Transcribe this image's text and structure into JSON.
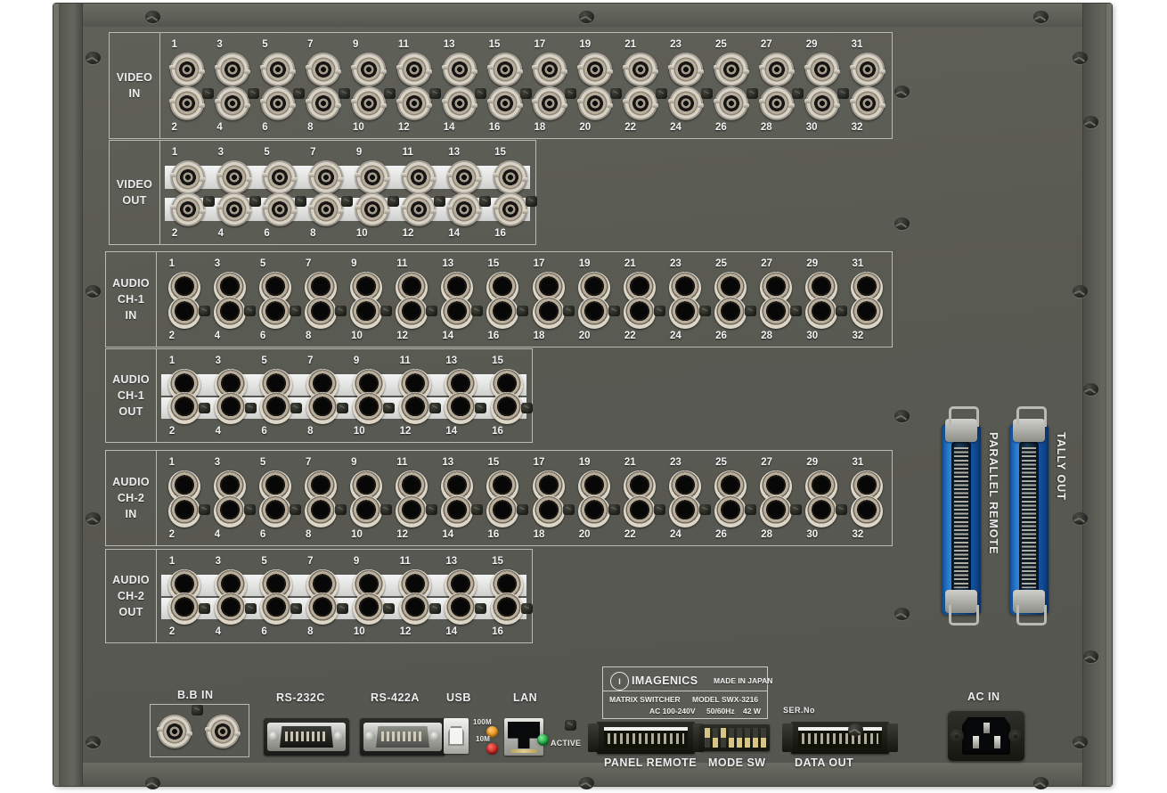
{
  "device": {
    "brand": "IMAGENICS",
    "origin": "MADE IN JAPAN",
    "category": "MATRIX SWITCHER",
    "model_label": "MODEL",
    "model": "SWX-3216",
    "voltage": "AC 100-240V",
    "frequency": "50/60Hz",
    "power": "42 W",
    "serial_label": "SER.No"
  },
  "colors": {
    "chassis": "#595a52",
    "panel_text": "#eceded",
    "group_border": "#b9bab2",
    "backer_plate": "#e7e8e6",
    "centronics_blue": "#1f6cc4",
    "led_100m": "#e8941a",
    "led_10m": "#c8221c",
    "led_active": "#18a03a"
  },
  "groups": [
    {
      "id": "video-in",
      "label_lines": [
        "VIDEO",
        "IN"
      ],
      "jack_type": "bnc",
      "channels": 32,
      "backer": false,
      "top_numbers": [
        1,
        3,
        5,
        7,
        9,
        11,
        13,
        15,
        17,
        19,
        21,
        23,
        25,
        27,
        29,
        31
      ],
      "bottom_numbers": [
        2,
        4,
        6,
        8,
        10,
        12,
        14,
        16,
        18,
        20,
        22,
        24,
        26,
        28,
        30,
        32
      ]
    },
    {
      "id": "video-out",
      "label_lines": [
        "VIDEO",
        "OUT"
      ],
      "jack_type": "bnc",
      "channels": 16,
      "backer": true,
      "top_numbers": [
        1,
        3,
        5,
        7,
        9,
        11,
        13,
        15
      ],
      "bottom_numbers": [
        2,
        4,
        6,
        8,
        10,
        12,
        14,
        16
      ]
    },
    {
      "id": "audio-ch1-in",
      "label_lines": [
        "AUDIO",
        "CH-1",
        "IN"
      ],
      "jack_type": "rca",
      "channels": 32,
      "backer": false,
      "top_numbers": [
        1,
        3,
        5,
        7,
        9,
        11,
        13,
        15,
        17,
        19,
        21,
        23,
        25,
        27,
        29,
        31
      ],
      "bottom_numbers": [
        2,
        4,
        6,
        8,
        10,
        12,
        14,
        16,
        18,
        20,
        22,
        24,
        26,
        28,
        30,
        32
      ]
    },
    {
      "id": "audio-ch1-out",
      "label_lines": [
        "AUDIO",
        "CH-1",
        "OUT"
      ],
      "jack_type": "rca",
      "channels": 16,
      "backer": true,
      "top_numbers": [
        1,
        3,
        5,
        7,
        9,
        11,
        13,
        15
      ],
      "bottom_numbers": [
        2,
        4,
        6,
        8,
        10,
        12,
        14,
        16
      ]
    },
    {
      "id": "audio-ch2-in",
      "label_lines": [
        "AUDIO",
        "CH-2",
        "IN"
      ],
      "jack_type": "rca",
      "channels": 32,
      "backer": false,
      "top_numbers": [
        1,
        3,
        5,
        7,
        9,
        11,
        13,
        15,
        17,
        19,
        21,
        23,
        25,
        27,
        29,
        31
      ],
      "bottom_numbers": [
        2,
        4,
        6,
        8,
        10,
        12,
        14,
        16,
        18,
        20,
        22,
        24,
        26,
        28,
        30,
        32
      ]
    },
    {
      "id": "audio-ch2-out",
      "label_lines": [
        "AUDIO",
        "CH-2",
        "OUT"
      ],
      "jack_type": "rca",
      "channels": 16,
      "backer": true,
      "top_numbers": [
        1,
        3,
        5,
        7,
        9,
        11,
        13,
        15
      ],
      "bottom_numbers": [
        2,
        4,
        6,
        8,
        10,
        12,
        14,
        16
      ]
    }
  ],
  "right_connectors": [
    {
      "id": "parallel-remote",
      "label": "PARALLEL REMOTE"
    },
    {
      "id": "tally-out",
      "label": "TALLY OUT"
    }
  ],
  "bottom_row": {
    "bb_in": "B.B IN",
    "rs232c": "RS-232C",
    "rs422a": "RS-422A",
    "usb": "USB",
    "lan": "LAN",
    "lan_leds": [
      "100M",
      "10M"
    ],
    "active": "ACTIVE",
    "panel_remote": "PANEL REMOTE",
    "mode_sw": "MODE SW",
    "data_out": "DATA OUT",
    "ac_in": "AC IN"
  }
}
